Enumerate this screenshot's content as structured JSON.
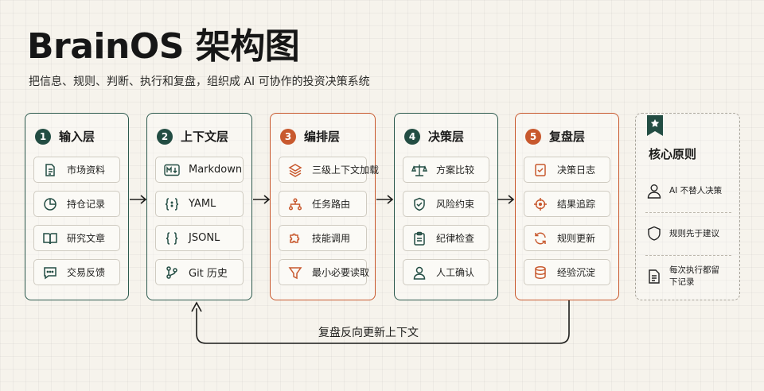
{
  "header": {
    "title": "BrainOS 架构图",
    "subtitle": "把信息、规则、判断、执行和复盘，组织成 AI 可协作的投资决策系统"
  },
  "layers": [
    {
      "number": "1",
      "title": "输入层",
      "accent": "#234d43",
      "items": [
        {
          "label": "市场资料",
          "icon": "document-icon"
        },
        {
          "label": "持仓记录",
          "icon": "pie-chart-icon"
        },
        {
          "label": "研究文章",
          "icon": "open-book-icon"
        },
        {
          "label": "交易反馈",
          "icon": "chat-bubble-icon"
        }
      ]
    },
    {
      "number": "2",
      "title": "上下文层",
      "accent": "#234d43",
      "items": [
        {
          "label": "Markdown",
          "icon": "markdown-icon"
        },
        {
          "label": "YAML",
          "icon": "braces-colon-icon"
        },
        {
          "label": "JSONL",
          "icon": "braces-icon"
        },
        {
          "label": "Git 历史",
          "icon": "git-branch-icon"
        }
      ]
    },
    {
      "number": "3",
      "title": "编排层",
      "accent": "#c8592e",
      "items": [
        {
          "label": "三级上下文加载",
          "icon": "layers-icon"
        },
        {
          "label": "任务路由",
          "icon": "route-icon"
        },
        {
          "label": "技能调用",
          "icon": "puzzle-icon"
        },
        {
          "label": "最小必要读取",
          "icon": "funnel-icon"
        }
      ]
    },
    {
      "number": "4",
      "title": "决策层",
      "accent": "#234d43",
      "items": [
        {
          "label": "方案比较",
          "icon": "scale-icon"
        },
        {
          "label": "风险约束",
          "icon": "shield-check-icon"
        },
        {
          "label": "纪律检查",
          "icon": "clipboard-icon"
        },
        {
          "label": "人工确认",
          "icon": "user-icon"
        }
      ]
    },
    {
      "number": "5",
      "title": "复盘层",
      "accent": "#c8592e",
      "items": [
        {
          "label": "决策日志",
          "icon": "log-check-icon"
        },
        {
          "label": "结果追踪",
          "icon": "crosshair-icon"
        },
        {
          "label": "规则更新",
          "icon": "refresh-icon"
        },
        {
          "label": "经验沉淀",
          "icon": "database-icon"
        }
      ]
    }
  ],
  "principles": {
    "title": "核心原则",
    "badge_icon": "star-bookmark-icon",
    "items": [
      {
        "label": "AI 不替人决策",
        "icon": "person-icon"
      },
      {
        "label": "规则先于建议",
        "icon": "shield-icon"
      },
      {
        "label": "每次执行都留下记录",
        "icon": "document-icon"
      }
    ]
  },
  "feedback": {
    "label": "复盘反向更新上下文"
  },
  "colors": {
    "green": "#234d43",
    "orange": "#c8592e",
    "background": "#f6f3ec"
  }
}
